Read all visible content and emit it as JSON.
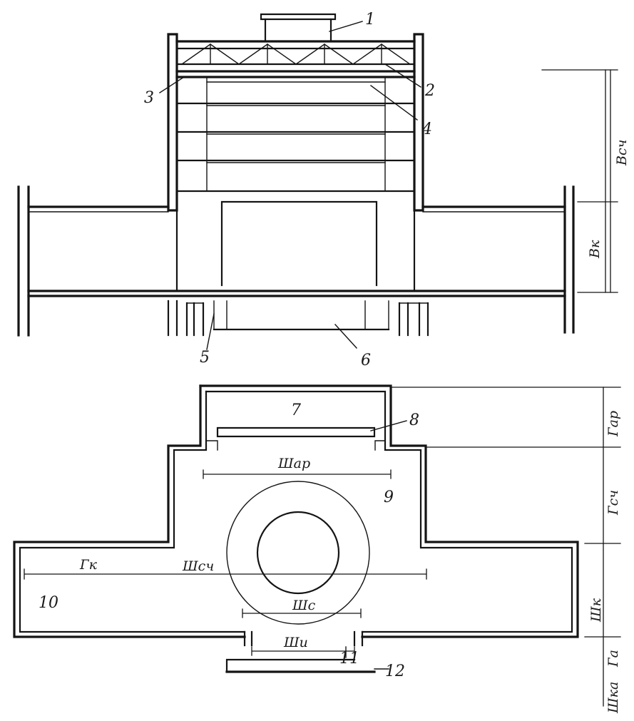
{
  "drawing": {
    "callouts": {
      "n1": "1",
      "n2": "2",
      "n3": "3",
      "n4": "4",
      "n5": "5",
      "n6": "6",
      "n7": "7",
      "n8": "8",
      "n9": "9",
      "n10": "10",
      "n11": "11",
      "n12": "12"
    },
    "dimensions": {
      "vsch": "Всч",
      "vk": "Вк",
      "gar": "Гар",
      "gsch": "Гсч",
      "shk": "Шк",
      "ga": "Га",
      "shka": "Шка",
      "shar": "Шар",
      "shsch": "Шсч",
      "gk": "Гк",
      "shs": "Шс",
      "shi": "Ши"
    }
  }
}
